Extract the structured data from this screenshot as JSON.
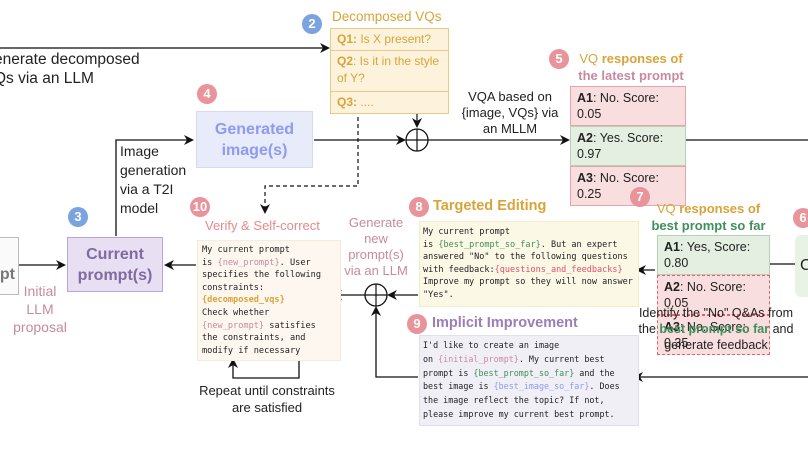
{
  "step1": {
    "text_line1": "Generate decomposed",
    "text_line2": "VQs via an LLM",
    "visible_line1": "enerate decomposed",
    "visible_line2": "Qs via an LLM"
  },
  "step2": {
    "badge": "2",
    "title": "Decomposed VQs",
    "questions": [
      {
        "key": "Q1:",
        "text": " Is X present?"
      },
      {
        "key": "Q2",
        "text": ": Is it in the style of Y?"
      },
      {
        "key": "Q3:",
        "text": " ...."
      }
    ]
  },
  "step3": {
    "badge": "3",
    "label_line1": "Current",
    "label_line2": "prompt(s)"
  },
  "step4": {
    "badge": "4",
    "label_line1": "Generated",
    "label_line2": "image(s)"
  },
  "step5": {
    "badge": "5",
    "title_part1": "VQ ",
    "title_part2": "responses of",
    "title_part3": "the latest prompt",
    "answers": [
      {
        "key": "A1",
        "text": ": No. Score: 0.05",
        "status": "no"
      },
      {
        "key": "A2",
        "text": ": Yes. Score: 0.97",
        "status": "yes"
      },
      {
        "key": "A3",
        "text": ": No. Score: 0.25",
        "status": "no"
      }
    ]
  },
  "step6": {
    "badge": "6",
    "partial_label": "C"
  },
  "step7": {
    "badge": "7",
    "title_part1": "VQ ",
    "title_part2": "responses of",
    "title_part3": "best prompt so far",
    "answers": [
      {
        "key": "A1",
        "text": ": Yes, Score: 0.80",
        "status": "yes"
      },
      {
        "key": "A2",
        "text": ": No. Score: 0.05",
        "status": "no"
      },
      {
        "key": "A3",
        "text": ": No. Score: 0.35",
        "status": "no"
      }
    ],
    "caption_part1": "Identify the \"No\" Q&As from the ",
    "caption_part2": "best prompt so far",
    "caption_part3": " and generate feedback"
  },
  "step8": {
    "badge": "8",
    "title": "Targeted Editing",
    "t1": "My current prompt\nis ",
    "v1": "{best_prompt_so_far}",
    "t2": ". But an expert\nanswered \"No\" to the following questions\nwith feedback:",
    "v2": "{questions_and_feedbacks}",
    "t3": "\nImprove my prompt so they will now answer\n\"Yes\"."
  },
  "step9": {
    "badge": "9",
    "title": "Implicit Improvement",
    "t1": "I'd like to create an image\non ",
    "v1": "{initial_prompt}",
    "t2": ". My current best\nprompt is ",
    "v2": "{best_prompt_so_far}",
    "t3": " and the\nbest image is ",
    "v3": "{best_image_so_far}",
    "t4": ". Does\nthe image reflect the topic? If not,\nplease improve my current best prompt."
  },
  "step10": {
    "badge": "10",
    "title": "Verify & Self-correct",
    "t1": "My current prompt\nis ",
    "v1": "{new_prompt}",
    "t2": ". User\nspecifies the following\nconstraints:\n",
    "v2": "{decomposed_vqs}",
    "t3": "\nCheck whether\n",
    "v3": "{new_prompt}",
    "t4": " satisfies\nthe constraints, and\nmodify if necessary",
    "repeat_caption": "Repeat until constraints are satisfied"
  },
  "labels": {
    "image_gen": "Image generation via a T2I model",
    "vqa": "VQA based on {image, VQs} via an MLLM",
    "generate_new": "Generate new prompt(s) via an LLM",
    "initial": "Initial LLM proposal",
    "left_box_partial": "pt"
  }
}
